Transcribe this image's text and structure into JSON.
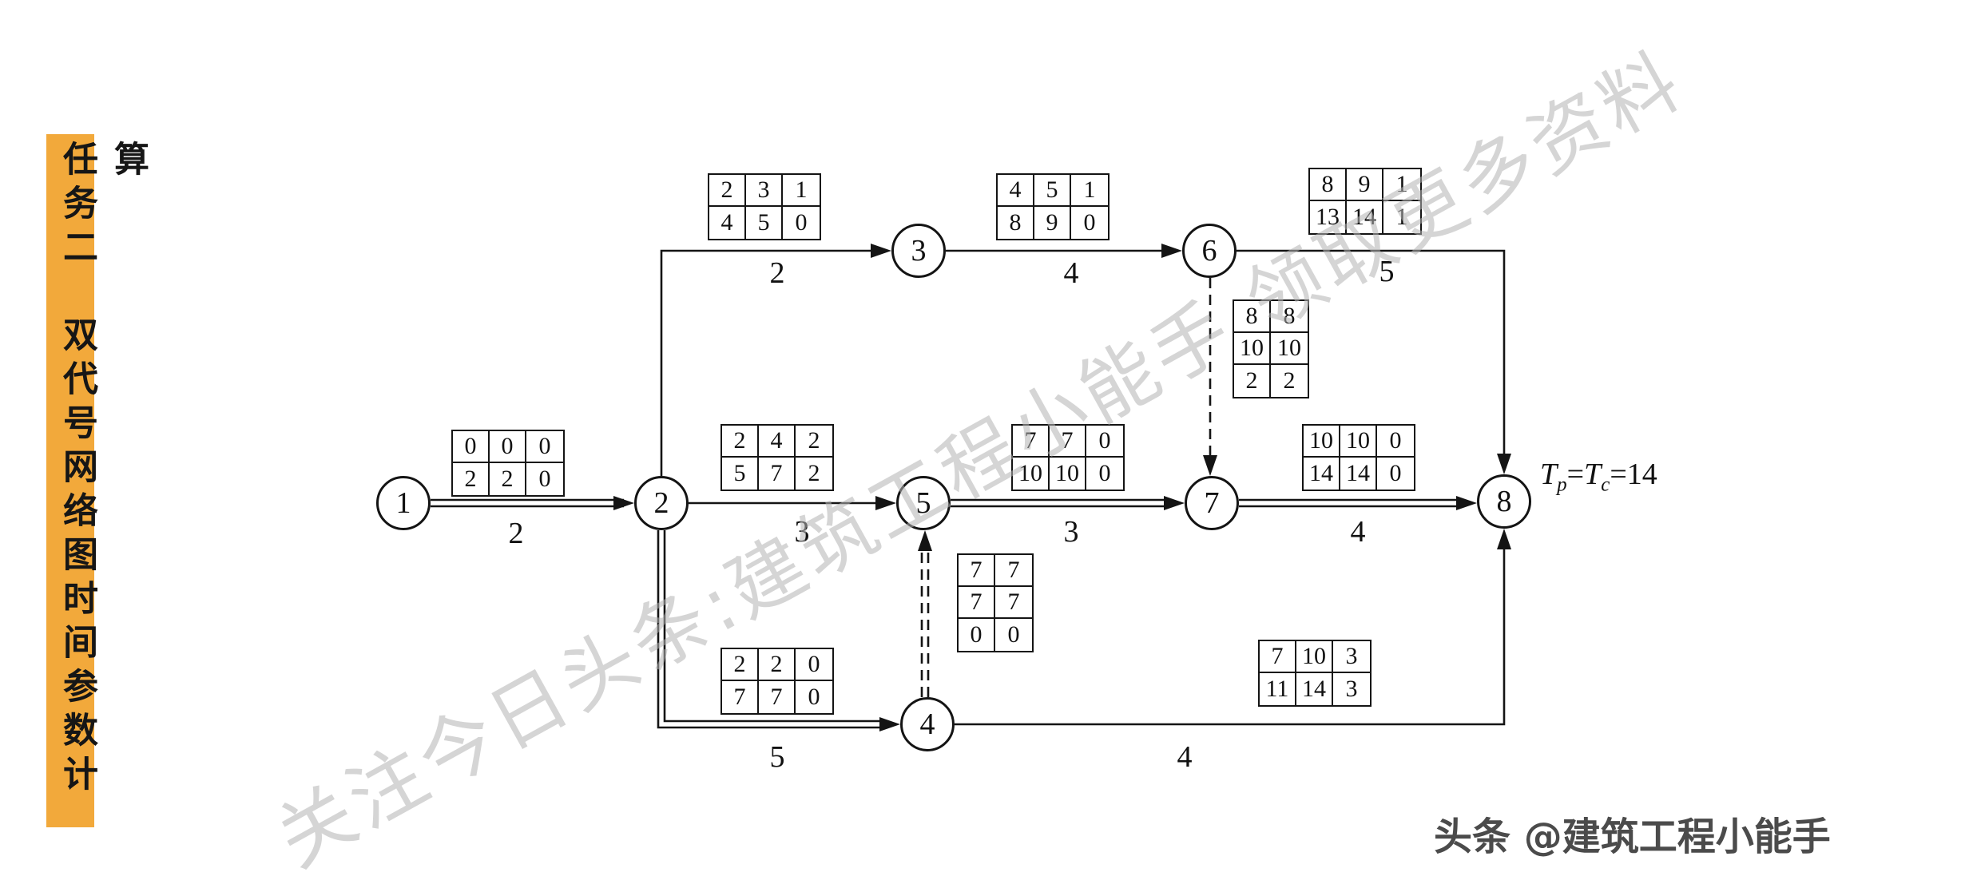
{
  "sidebar": {
    "text": "任务二　双代号网络图时间参数计算",
    "stripe_color": "#f2a93b"
  },
  "watermark": {
    "text": "关注今日头条:建筑工程小能手 领取更多资料"
  },
  "footer": {
    "text": "头条 @建筑工程小能手"
  },
  "annotation": {
    "t1": "T",
    "sub1": "p",
    "eq1": "=",
    "t2": "T",
    "sub2": "c",
    "eq2": "=14"
  },
  "nodes": {
    "n1": "1",
    "n2": "2",
    "n3": "3",
    "n4": "4",
    "n5": "5",
    "n6": "6",
    "n7": "7",
    "n8": "8"
  },
  "durations": {
    "d12": "2",
    "d23": "2",
    "d36": "4",
    "d68": "5",
    "d25": "3",
    "d57": "3",
    "d78": "4",
    "d24": "5",
    "d48": "4"
  },
  "tables": {
    "t12": [
      [
        "0",
        "0",
        "0"
      ],
      [
        "2",
        "2",
        "0"
      ]
    ],
    "t23": [
      [
        "2",
        "3",
        "1"
      ],
      [
        "4",
        "5",
        "0"
      ]
    ],
    "t36": [
      [
        "4",
        "5",
        "1"
      ],
      [
        "8",
        "9",
        "0"
      ]
    ],
    "t68": [
      [
        "8",
        "9",
        "1"
      ],
      [
        "13",
        "14",
        "1"
      ]
    ],
    "t25": [
      [
        "2",
        "4",
        "2"
      ],
      [
        "5",
        "7",
        "2"
      ]
    ],
    "t57": [
      [
        "7",
        "7",
        "0"
      ],
      [
        "10",
        "10",
        "0"
      ]
    ],
    "t78": [
      [
        "10",
        "10",
        "0"
      ],
      [
        "14",
        "14",
        "0"
      ]
    ],
    "t24": [
      [
        "2",
        "2",
        "0"
      ],
      [
        "7",
        "7",
        "0"
      ]
    ],
    "t48": [
      [
        "7",
        "10",
        "3"
      ],
      [
        "11",
        "14",
        "3"
      ]
    ],
    "t67": [
      [
        "8",
        "8"
      ],
      [
        "10",
        "10"
      ],
      [
        "2",
        "2"
      ]
    ],
    "t45": [
      [
        "7",
        "7"
      ],
      [
        "7",
        "7"
      ],
      [
        "0",
        "0"
      ]
    ]
  }
}
